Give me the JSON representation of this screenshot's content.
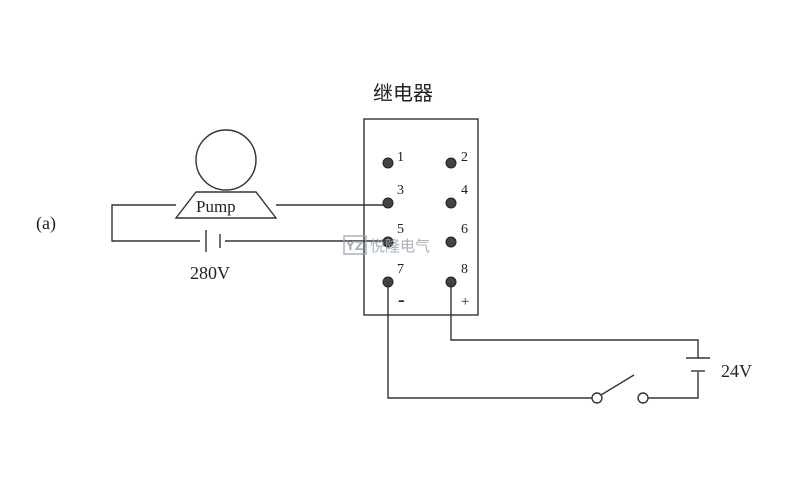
{
  "figure": {
    "panel_label": "(a)",
    "relay_title": "继电器",
    "pump_label": "Pump",
    "supply_high_label": "280V",
    "supply_low_label": "24V",
    "minus_sign": "-",
    "plus_sign": "+"
  },
  "relay_pins": [
    "1",
    "2",
    "3",
    "4",
    "5",
    "6",
    "7",
    "8"
  ],
  "watermark": {
    "logo": "YZ",
    "text": "悦隆电气"
  },
  "colors": {
    "line": "#333333",
    "pin": "#444444",
    "watermark": "#9aa3ad"
  }
}
